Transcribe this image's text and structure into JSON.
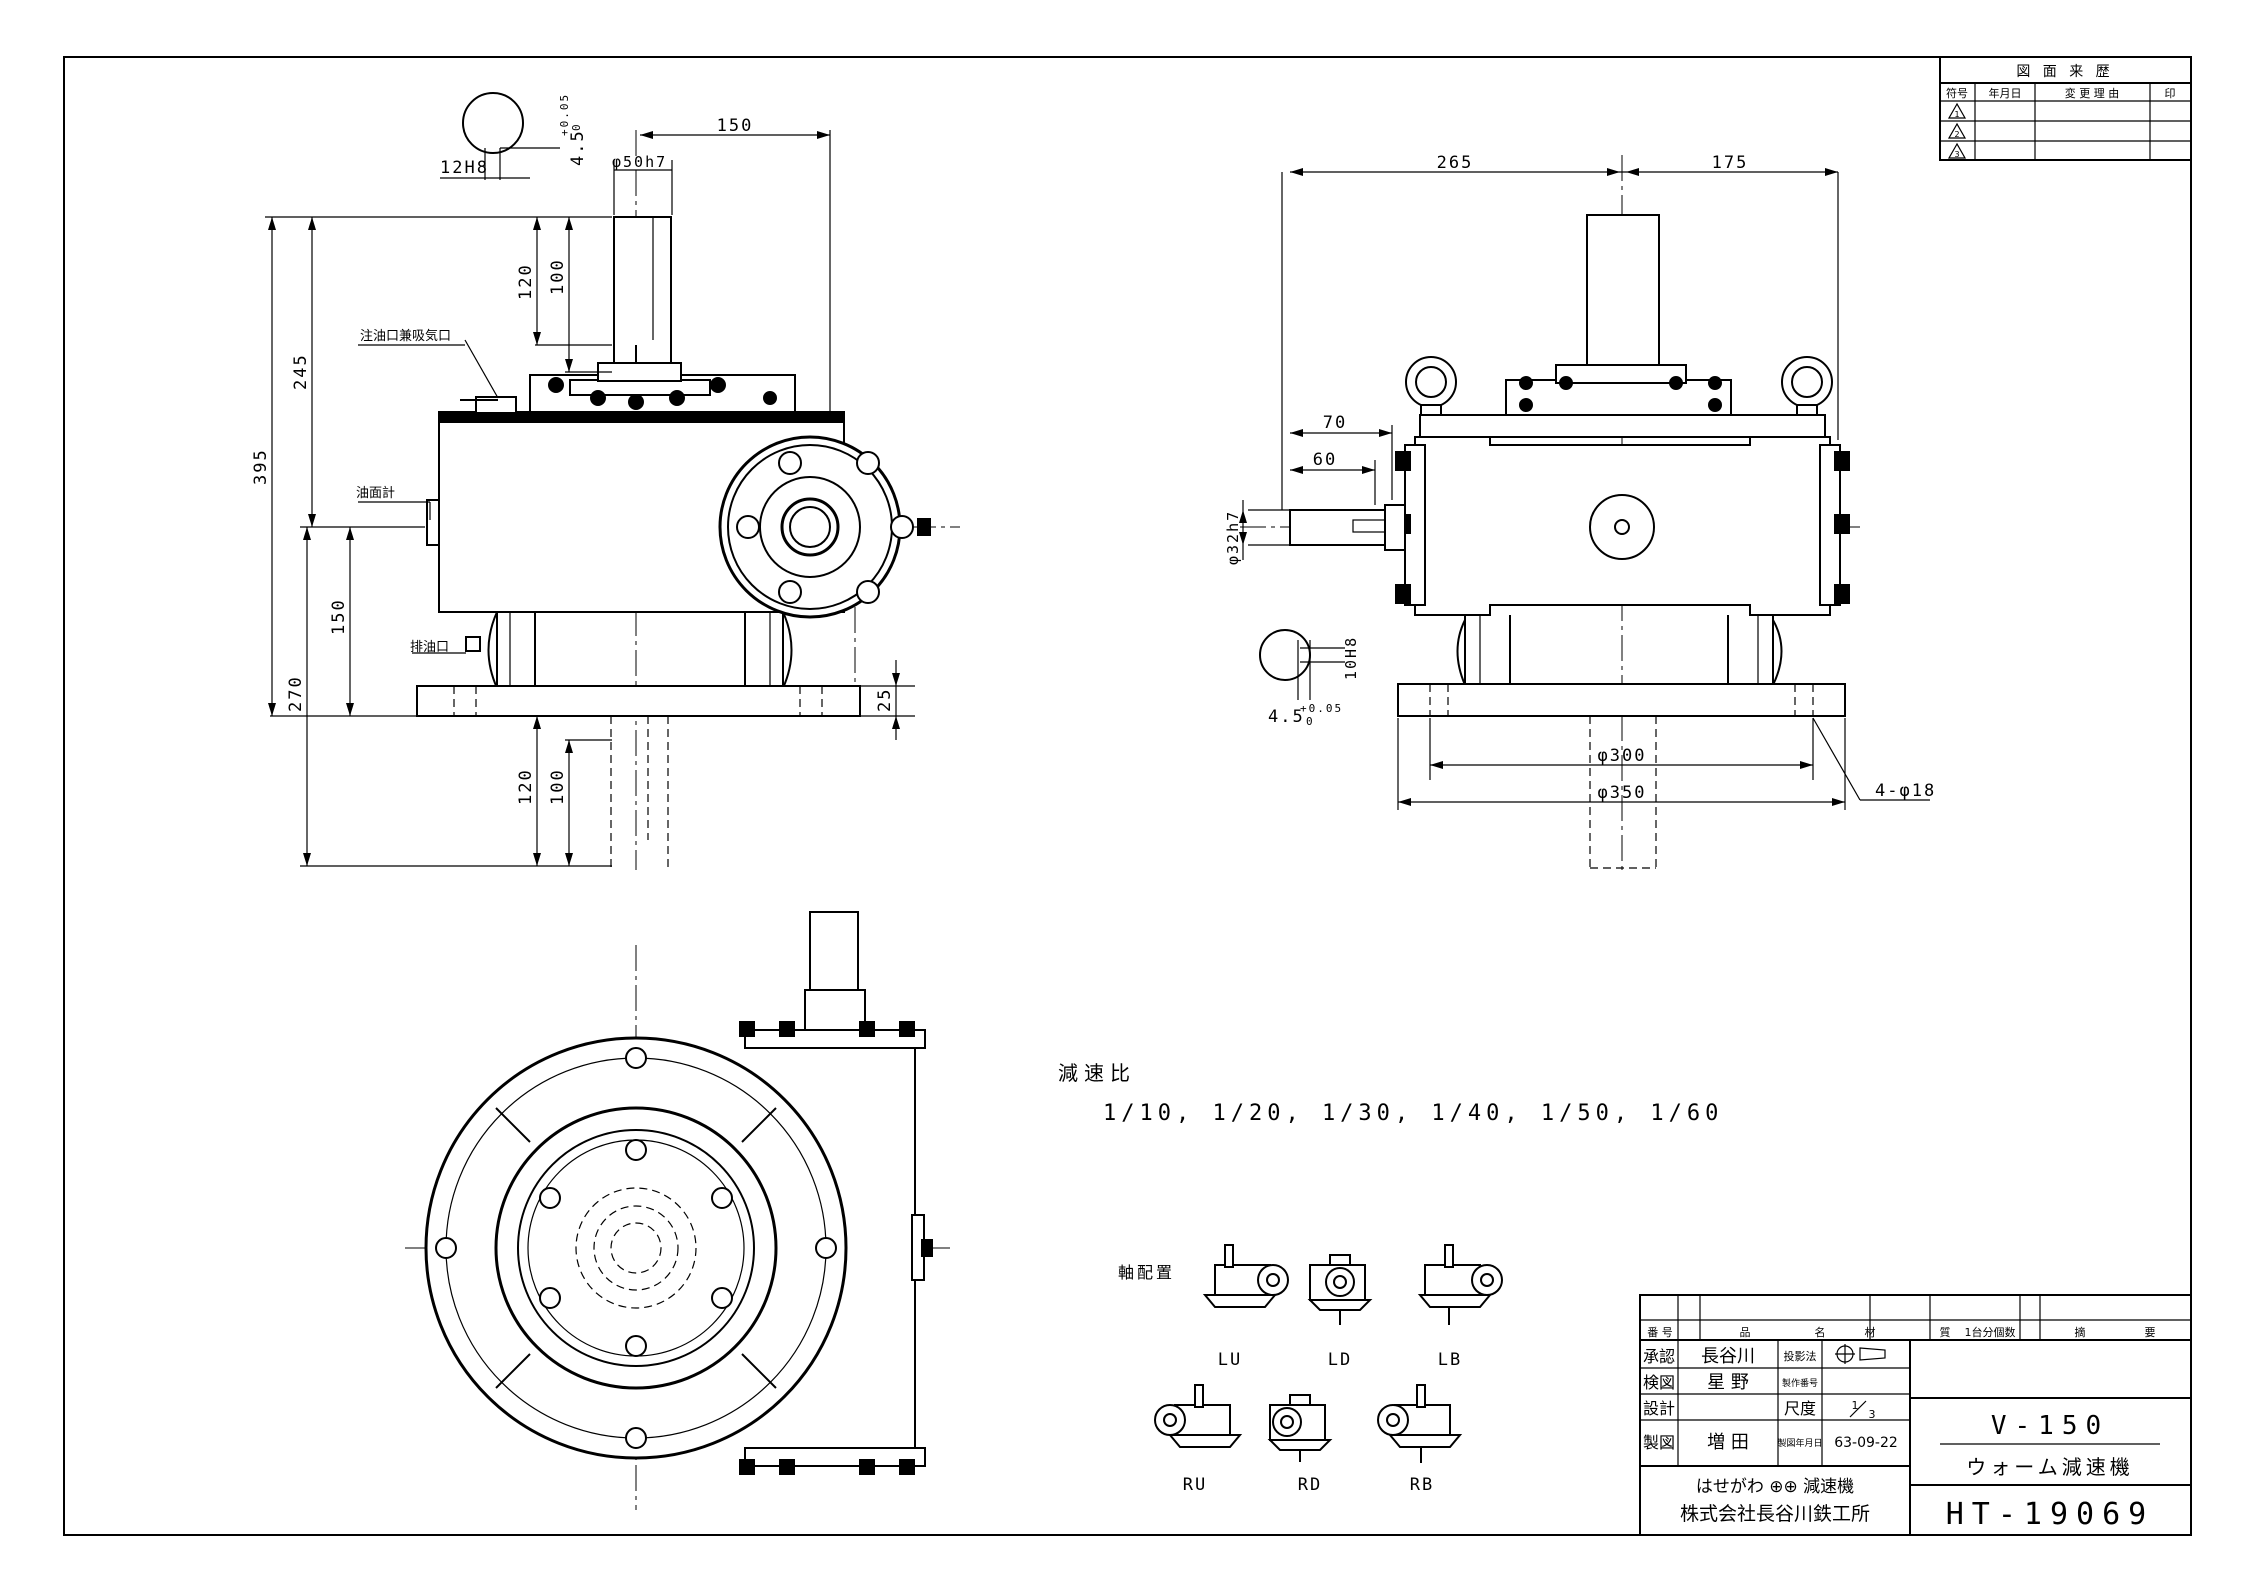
{
  "dimensions": {
    "d150_top": "150",
    "d12h8": "12H8",
    "d45_top": "4.5",
    "tol_top": "+0.05",
    "tol_zero": "0",
    "d50h7": "φ50h7",
    "d120_top": "120",
    "d100_top": "100",
    "d245": "245",
    "d395": "395",
    "d150_side": "150",
    "d270": "270",
    "d25": "25",
    "d120_bot": "120",
    "d100_bot": "100",
    "d265": "265",
    "d175": "175",
    "d70": "70",
    "d60": "60",
    "d32h7": "φ32h7",
    "d10h8": "10H8",
    "d45_right": "4.5",
    "d300": "φ300",
    "d350": "φ350",
    "d4phi18": "4-φ18"
  },
  "labels": {
    "oil_inlet": "注油口兼吸気口",
    "oil_gauge": "油面計",
    "drain": "排油口",
    "ratio_title": "減速比",
    "ratio_values": "1/10, 1/20, 1/30, 1/40, 1/50, 1/60",
    "shaft_title": "軸配置"
  },
  "shaft_arrangements": [
    "LU",
    "LD",
    "LB",
    "RU",
    "RD",
    "RB"
  ],
  "revision_table": {
    "title": "図 面 来 歴",
    "headers": [
      "符号",
      "年月日",
      "変 更 理 由",
      "印"
    ],
    "marks": [
      "1",
      "2",
      "3"
    ]
  },
  "title_block": {
    "headers": [
      "番 号",
      "品",
      "名",
      "材",
      "質",
      "1台分個数",
      "摘",
      "要"
    ],
    "approve_label": "承認",
    "approve_name": "長谷川",
    "projection_label": "投影法",
    "check_label": "検図",
    "check_name": "星 野",
    "serial_label": "製作番号",
    "design_label": "設計",
    "scale_label": "尺度",
    "scale_num": "1",
    "scale_den": "3",
    "draw_label": "製図",
    "draw_name": "増 田",
    "date_label": "製図年月日",
    "date_value": "63-09-22",
    "model": "V-150",
    "product": "ウォーム減速機",
    "brand": "はせがわ ⊕⊕ 減速機",
    "company": "株式会社長谷川鉄工所",
    "drawing_no": "HT-19069"
  }
}
